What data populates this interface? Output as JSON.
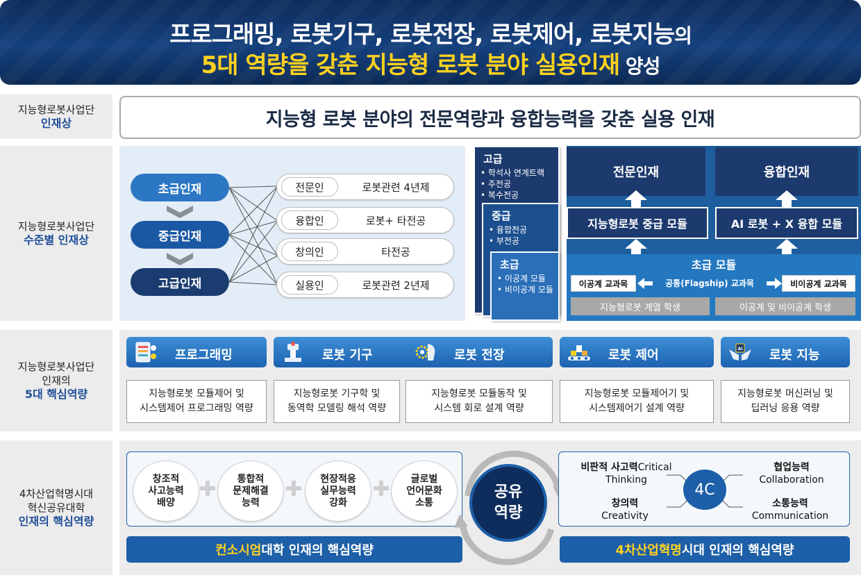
{
  "header": {
    "line1_main": "프로그래밍, 로봇기구, 로봇전장, 로봇제어, 로봇지능",
    "line1_tail": "의",
    "line2_main": "5대 역량을 갖춘 지능형 로봇 분야 실용인재",
    "line2_tail": " 양성"
  },
  "rows": {
    "r1": {
      "label1": "지능형로봇사업단",
      "label2": "인재상",
      "content": "지능형 로봇 분야의 전문역량과 융합능력을 갖춘 실용 인재"
    },
    "r2": {
      "label1": "지능형로봇사업단",
      "label2": "수준별 인재상"
    },
    "r3": {
      "label1": "지능형로봇사업단",
      "label1b": "인재의",
      "label2": "5대 핵심역량"
    },
    "r4": {
      "label1": "4차산업혁명시대",
      "label1b": "혁신공유대학",
      "label2": "인재의 핵심역량"
    }
  },
  "levels": [
    "초급인재",
    "중급인재",
    "고급인재"
  ],
  "roles": [
    {
      "name": "전문인",
      "desc": "로봇관련 4년제"
    },
    {
      "name": "융합인",
      "desc": "로봇+ 타전공"
    },
    {
      "name": "창의인",
      "desc": "타전공"
    },
    {
      "name": "실용인",
      "desc": "로봇관련 2년제"
    }
  ],
  "tracks": {
    "advanced": {
      "title": "고급",
      "items": [
        "학석사 연계트랙",
        "주전공",
        "복수전공"
      ]
    },
    "intermediate": {
      "title": "중급",
      "items": [
        "융합전공",
        "부전공"
      ]
    },
    "basic": {
      "title": "초급",
      "items": [
        "이공계 모듈",
        "비이공계 모듈"
      ]
    }
  },
  "modules": {
    "expert": "전문인재",
    "convergence": "융합인재",
    "mid_robot": "지능형로봇 중급 모듈",
    "mid_ai": "AI 로봇 + X 융합 모듈",
    "basic": "초급 모듈",
    "sci": "이공계 교과목",
    "common": "공통(Flagship) 교과목",
    "nonsci": "비이공계 교과목",
    "student_robot": "지능형로봇 계열 학생",
    "student_all": "이공계 및 비이공계 학생"
  },
  "competencies": [
    {
      "title": "프로그래밍",
      "icon": "programming-icon",
      "desc1": "지능형로봇 모듈제어 및",
      "desc2": "시스템제어 프로그래밍 역량"
    },
    {
      "title": "로봇 기구",
      "icon": "robot-arm-icon",
      "desc1": "지능형로봇 기구학 및",
      "desc2": "동역학 모델링 해석 역량"
    },
    {
      "title": "로봇 전장",
      "icon": "robot-head-gear-icon",
      "desc1": "지능형로봇 모듈동작 및",
      "desc2": "시스템 회로 설계 역량"
    },
    {
      "title": "로봇 제어",
      "icon": "conveyor-robot-icon",
      "desc1": "지능형로봇 모듈제어기 및",
      "desc2": "시스템제어기 설계 역량"
    },
    {
      "title": "로봇 지능",
      "icon": "ai-chip-hands-icon",
      "desc1": "지능형로봇 머신러닝 및",
      "desc2": "딥러닝 응용 역량"
    }
  ],
  "consortium": {
    "items": [
      [
        "창조적",
        "사고능력",
        "배양"
      ],
      [
        "통합적",
        "문제해결",
        "능력"
      ],
      [
        "현장적응",
        "실무능력",
        "강화"
      ],
      [
        "글로벌",
        "언어문화",
        "소통"
      ]
    ],
    "band_y": "컨소시엄",
    "band_w": " 대학 인재의 핵심역량"
  },
  "shared": {
    "l1": "공유",
    "l2": "역량"
  },
  "fourc": {
    "center": "4C",
    "critical_ko": "비판적 사고력",
    "critical_en1": "Critical",
    "critical_en2": "Thinking",
    "creativity_ko": "창의력",
    "creativity_en": "Creativity",
    "collab_ko": "협업능력",
    "collab_en": "Collaboration",
    "comm_ko": "소통능력",
    "comm_en": "Communication",
    "band_y": "4차산업혁명",
    "band_w": " 시대 인재의 핵심역량"
  },
  "colors": {
    "navy": "#1d3a6e",
    "blue": "#1d5fa8",
    "accent_yellow": "#ffd21f"
  }
}
